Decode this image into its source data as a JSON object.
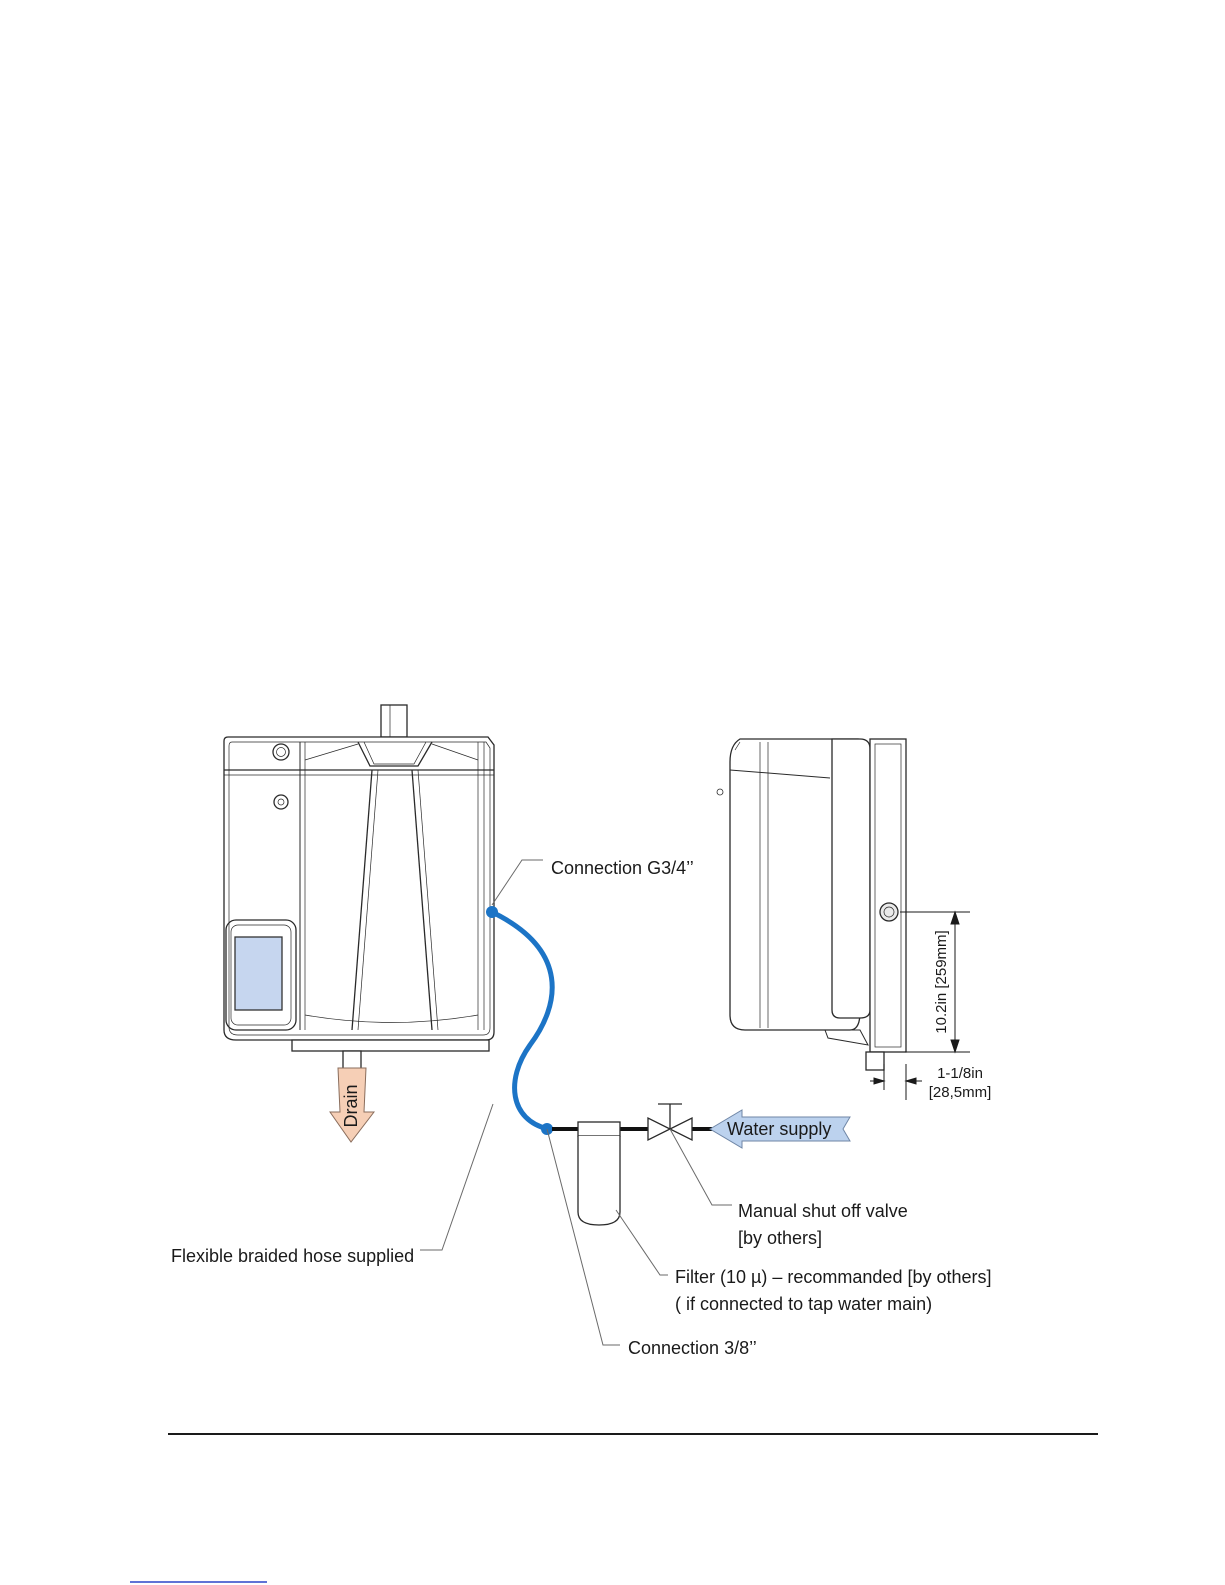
{
  "labels": {
    "connection_g34": "Connection G3/4’’",
    "drain": "Drain",
    "water_supply": "Water supply",
    "valve_line1": "Manual shut off valve",
    "valve_line2": "[by others]",
    "hose": "Flexible braided hose supplied",
    "filter_line1": "Filter (10 µ) – recommanded [by others]",
    "filter_line2": "( if connected to tap water main)",
    "connection_38": "Connection 3/8’’",
    "dim_height": "10.2in [259mm]",
    "dim_depth_line1": "1-1/8in",
    "dim_depth_line2": "[28,5mm]"
  },
  "colors": {
    "hose": "#1c74c6",
    "drain_arrow": "#f6cfb6",
    "water_arrow": "#bcd2ee",
    "display": "#c6d6ef"
  }
}
